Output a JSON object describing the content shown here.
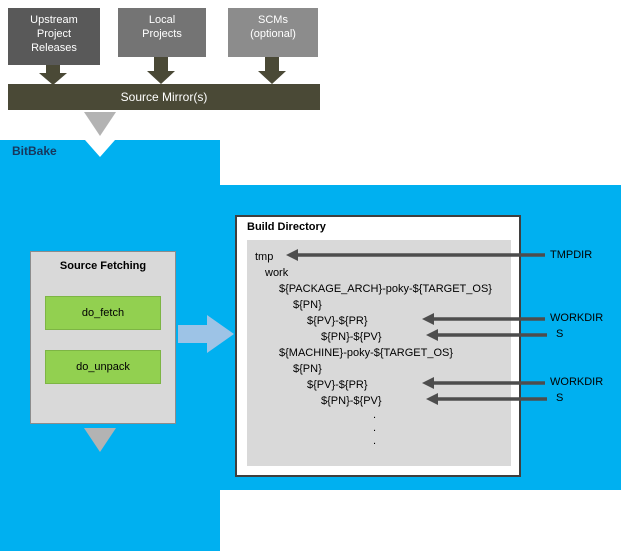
{
  "colors": {
    "bitbake_blue": "#00b0f0",
    "task_green": "#92d050",
    "mirror_olive": "#4a4936",
    "upstream_box_gray": "#595959",
    "local_box_gray": "#747474",
    "scms_box_gray": "#8c8c8c",
    "panel_gray": "#d9d9d9",
    "pointer_arrow_gray": "#4d4d4d",
    "flow_arrow_light_blue": "#9dc3e6"
  },
  "top": {
    "upstream_label": "Upstream\nProject\nReleases",
    "local_label": "Local\nProjects",
    "scms_label": "SCMs\n(optional)",
    "mirror_label": "Source Mirror(s)"
  },
  "bitbake": {
    "label": "BitBake",
    "source_fetching": {
      "title": "Source Fetching",
      "tasks": [
        "do_fetch",
        "do_unpack"
      ]
    },
    "build_directory": {
      "title": "Build Directory",
      "tree": [
        {
          "text": "tmp"
        },
        {
          "text": "work"
        },
        {
          "text": "${PACKAGE_ARCH}-poky-${TARGET_OS}"
        },
        {
          "text": "${PN}"
        },
        {
          "text": "${PV}-${PR}"
        },
        {
          "text": "${PN}-${PV}"
        },
        {
          "text": "${MACHINE}-poky-${TARGET_OS}"
        },
        {
          "text": "${PN}"
        },
        {
          "text": "${PV}-${PR}"
        },
        {
          "text": "${PN}-${PV}"
        }
      ],
      "dots": [
        ".",
        ".",
        "."
      ]
    },
    "pointers": [
      "TMPDIR",
      "WORKDIR",
      "S",
      "WORKDIR",
      "S"
    ]
  }
}
